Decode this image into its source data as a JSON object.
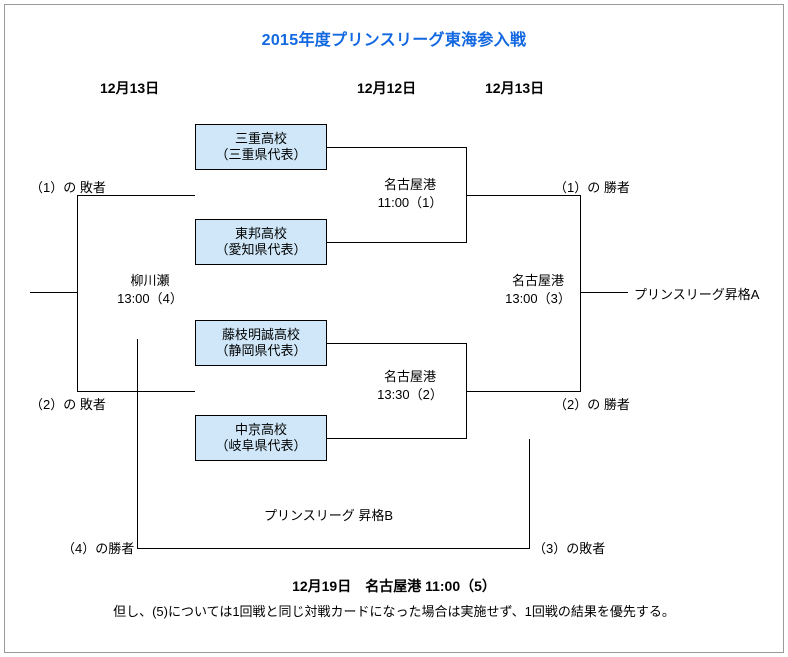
{
  "title": "2015年度プリンスリーグ東海参入戦",
  "title_color": "#1268e0",
  "box_fill": "#cfe7f8",
  "date_headers": [
    {
      "label": "12月13日"
    },
    {
      "label": "12月12日"
    },
    {
      "label": "12月13日"
    }
  ],
  "teams": [
    {
      "name": "三重高校",
      "pref": "（三重県代表）"
    },
    {
      "name": "東邦高校",
      "pref": "（愛知県代表）"
    },
    {
      "name": "藤枝明誠高校",
      "pref": "（静岡県代表）"
    },
    {
      "name": "中京高校",
      "pref": "（岐阜県代表）"
    }
  ],
  "matches": [
    {
      "venue": "名古屋港",
      "time": "11:00（1）"
    },
    {
      "venue": "名古屋港",
      "time": "13:30（2）"
    },
    {
      "venue": "名古屋港",
      "time": "13:00（3）"
    },
    {
      "venue": "柳川瀬",
      "time": "13:00（4）"
    }
  ],
  "labels": {
    "loser1": "（1）の 敗者",
    "loser2": "（2）の 敗者",
    "winner1": "（1）の 勝者",
    "winner2": "（2）の 勝者",
    "promote_a": "プリンスリーグ昇格A",
    "promote_b": "プリンスリーグ 昇格B",
    "winner4": "（4）の勝者",
    "loser3": "（3）の敗者"
  },
  "footer": {
    "main": "12月19日　名古屋港  11:00（5）",
    "note": "但し、(5)については1回戦と同じ対戦カードになった場合は実施せず、1回戦の結果を優先する。"
  }
}
